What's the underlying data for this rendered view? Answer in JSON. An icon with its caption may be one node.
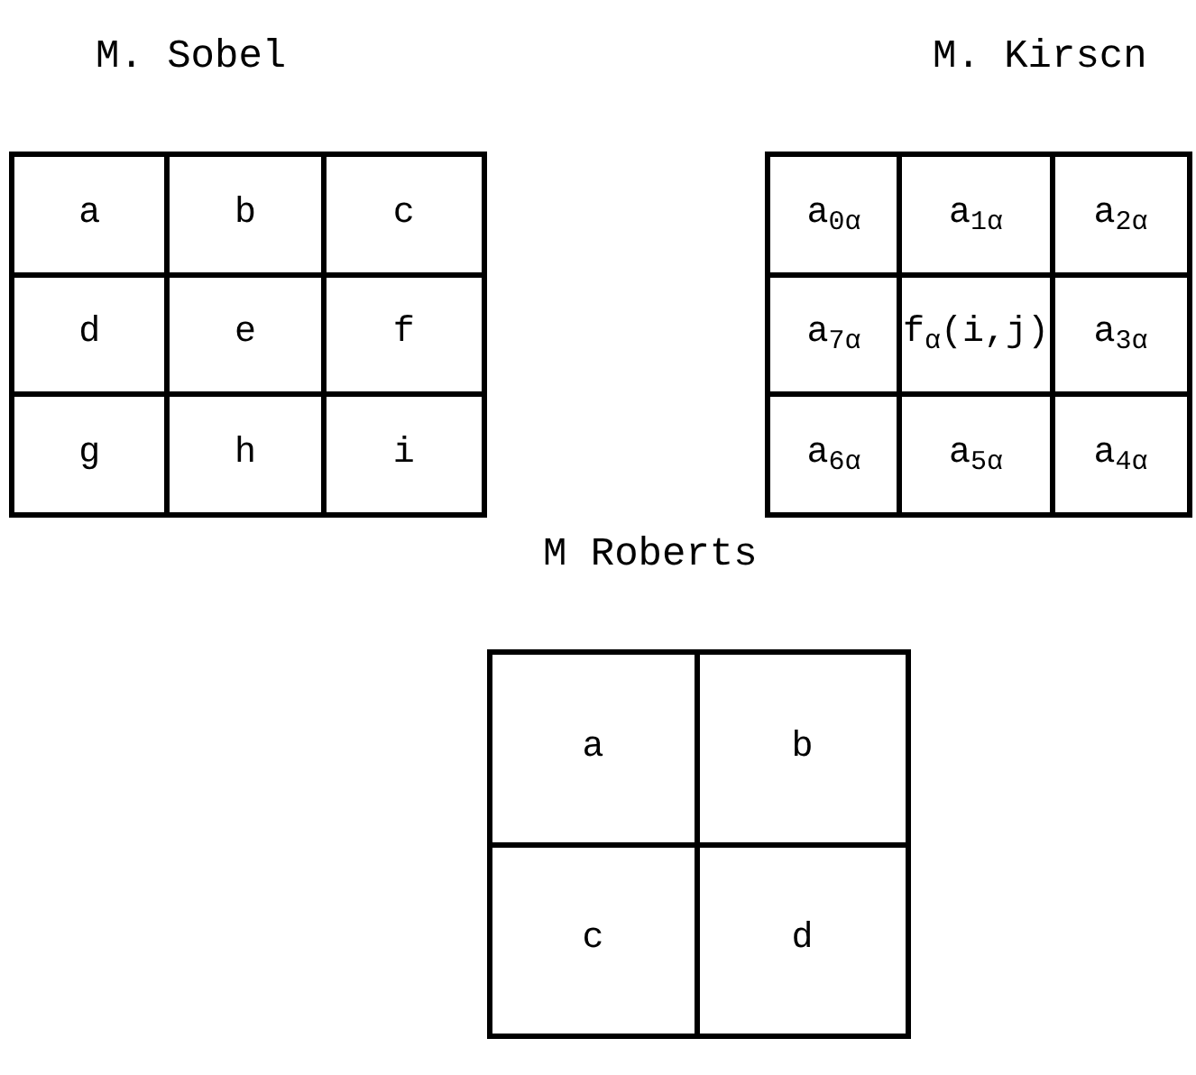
{
  "diagram": {
    "nodes": [
      {
        "text": [
          "M. Sobel"
        ]
      },
      {
        "text": [
          "a"
        ],
        "in": 0
      },
      {
        "text": [
          "b"
        ],
        "in": 0
      },
      {
        "text": [
          "c"
        ],
        "in": 0
      },
      {
        "text": [
          "d"
        ],
        "in": 0
      },
      {
        "text": [
          "e"
        ],
        "in": 0
      },
      {
        "text": [
          "f"
        ],
        "in": 0
      },
      {
        "text": [
          "g"
        ],
        "in": 0
      },
      {
        "text": [
          "h"
        ],
        "in": 0
      },
      {
        "text": [
          "i"
        ],
        "in": 0
      },
      {
        "text": [
          "M. Kirscn"
        ]
      },
      {
        "text": [
          "a$_{0α}$"
        ],
        "in": 10
      },
      {
        "text": [
          "a$_{1α}$"
        ],
        "in": 10
      },
      {
        "text": [
          "a$_{2α}$"
        ],
        "in": 10
      },
      {
        "text": [
          "a$_{7α}$"
        ],
        "in": 10
      },
      {
        "text": [
          "f$_{α}$(i,j)"
        ],
        "in": 10
      },
      {
        "text": [
          "a$_{3α}$"
        ],
        "in": 10
      },
      {
        "text": [
          "a$_{6α}$"
        ],
        "in": 10
      },
      {
        "text": [
          "a$_{5α}$"
        ],
        "in": 10
      },
      {
        "text": [
          "a$_{4α}$"
        ],
        "in": 10
      },
      {
        "text": [
          "M Roberts"
        ]
      },
      {
        "text": [
          "a"
        ],
        "in": 20
      },
      {
        "text": [
          "b"
        ],
        "in": 20
      },
      {
        "text": [
          "c"
        ],
        "in": 20
      },
      {
        "text": [
          "d"
        ],
        "in": 20
      }
    ]
  }
}
